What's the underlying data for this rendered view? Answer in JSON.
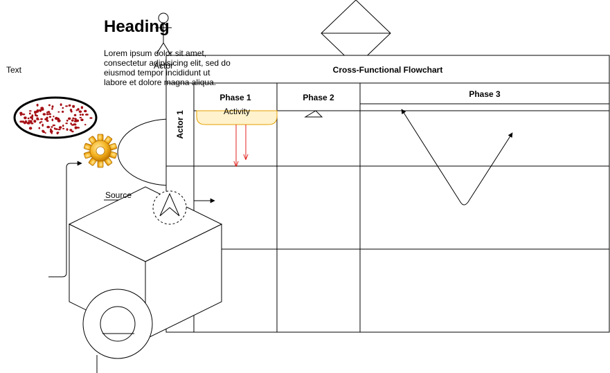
{
  "canvas_text": {
    "text_label": "Text",
    "heading": "Heading",
    "lorem": "Lorem ipsum dolor sit amet, consectetur adipisicing elit, sed do eiusmod tempor incididunt ut labore et dolore magna aliqua.",
    "actor_label": "Actor",
    "source_label": "Source",
    "activity_label": "Activity"
  },
  "flowchart": {
    "title": "Cross-Functional Flowchart",
    "phases": [
      "Phase 1",
      "Phase 2",
      "Phase 3"
    ],
    "lanes": [
      "Actor 1"
    ]
  },
  "colors": {
    "stroke": "#000000",
    "activity_fill": "#fff2cc",
    "activity_border": "#e6a000",
    "red_arrow": "#e0201b",
    "blob_dots": "#a50f15",
    "gear": "#f5b321"
  }
}
